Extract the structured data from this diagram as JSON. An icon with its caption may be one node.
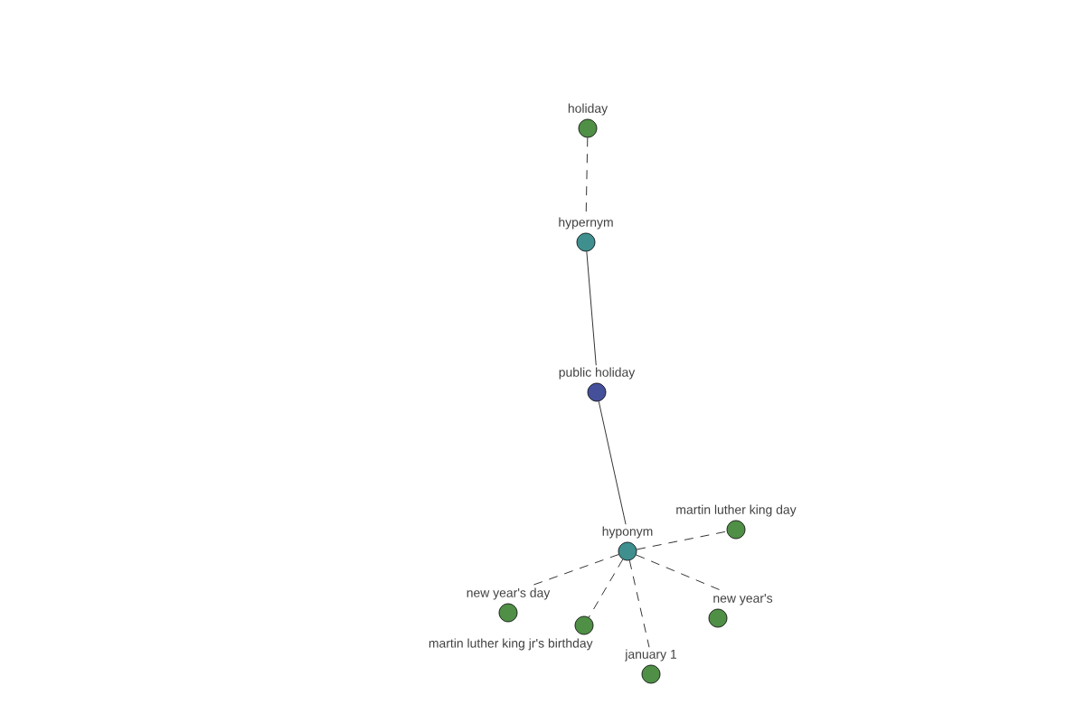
{
  "diagram": {
    "nodes": [
      {
        "text": [
          "holiday"
        ]
      },
      {
        "text": [
          "hypernym"
        ]
      },
      {
        "text": [
          "public holiday"
        ]
      },
      {
        "text": [
          "hyponym"
        ]
      },
      {
        "text": [
          "martin luther king day"
        ]
      },
      {
        "text": [
          "new year's day"
        ]
      },
      {
        "text": [
          "martin luther king jr's birthday"
        ]
      },
      {
        "text": [
          "january 1"
        ]
      },
      {
        "text": [
          "new year's"
        ]
      }
    ],
    "edges": [
      {
        "from": 0,
        "to": 1,
        "arrow": "none",
        "style": "dashed"
      },
      {
        "from": 1,
        "to": 2,
        "arrow": "none"
      },
      {
        "from": 2,
        "to": 3,
        "arrow": "none"
      },
      {
        "from": 3,
        "to": 4,
        "arrow": "none",
        "style": "dashed"
      },
      {
        "from": 3,
        "to": 5,
        "arrow": "none",
        "style": "dashed"
      },
      {
        "from": 3,
        "to": 6,
        "arrow": "none",
        "style": "dashed"
      },
      {
        "from": 3,
        "to": 7,
        "arrow": "none",
        "style": "dashed"
      },
      {
        "from": 3,
        "to": 8,
        "arrow": "none",
        "style": "dashed"
      }
    ]
  }
}
